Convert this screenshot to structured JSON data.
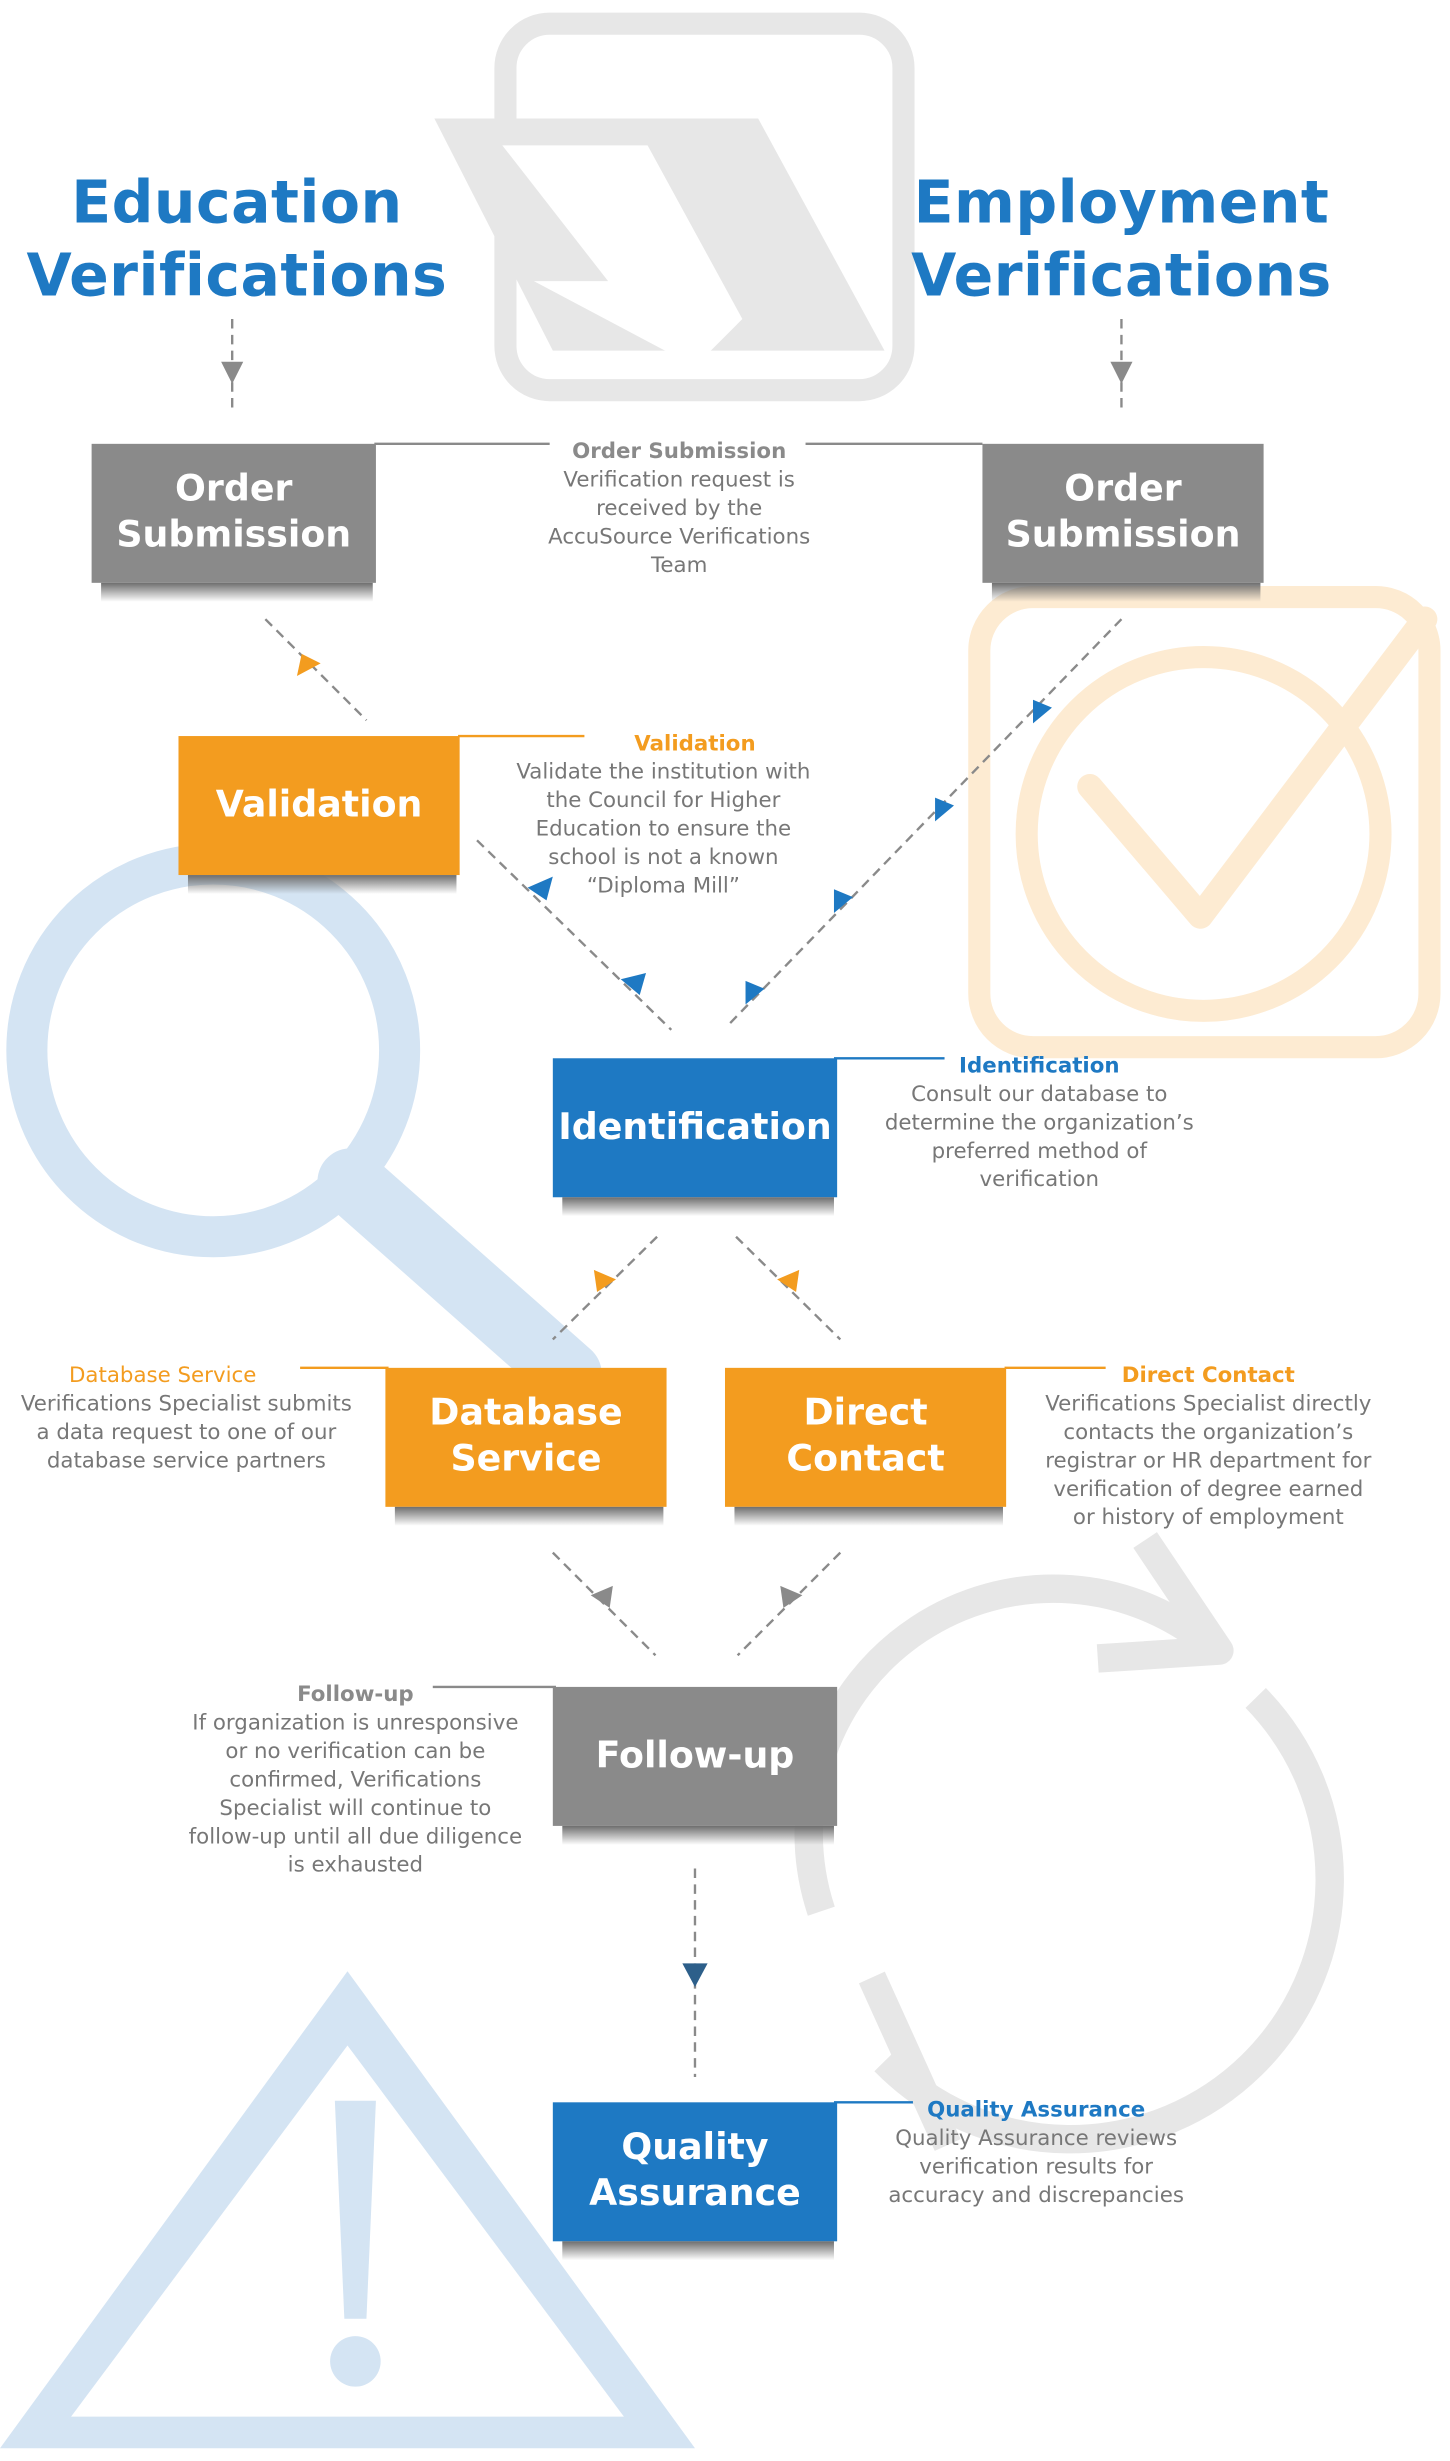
{
  "headers": {
    "left": [
      "Education",
      "Verifications"
    ],
    "right": [
      "Employment",
      "Verifications"
    ]
  },
  "boxes": {
    "order_left": [
      "Order",
      "Submission"
    ],
    "order_right": [
      "Order",
      "Submission"
    ],
    "validation": "Validation",
    "identification": "Identification",
    "database": [
      "Database",
      "Service"
    ],
    "direct": [
      "Direct",
      "Contact"
    ],
    "followup": "Follow-up",
    "qa": [
      "Quality",
      "Assurance"
    ]
  },
  "annotations": {
    "order": {
      "title": "Order Submission",
      "lines": [
        "Verification request is",
        "received by the",
        "AccuSource Verifications",
        "Team"
      ]
    },
    "validation": {
      "title": "Validation",
      "lines": [
        "Validate the institution with",
        "the Council for Higher",
        "Education to ensure the",
        "school is not a known",
        "“Diploma Mill”"
      ]
    },
    "identification": {
      "title": "Identification",
      "lines": [
        "Consult our database to",
        "determine the organization’s",
        "preferred method of",
        "verification"
      ]
    },
    "database": {
      "title": "Database Service",
      "lines": [
        "Verifications Specialist submits",
        "a data request to one of our",
        "database service partners"
      ]
    },
    "direct": {
      "title": "Direct Contact",
      "lines": [
        "Verifications Specialist directly",
        "contacts the organization’s",
        "registrar or HR department for",
        "verification of degree earned",
        "or history of employment"
      ]
    },
    "followup": {
      "title": "Follow-up",
      "lines": [
        "If organization is unresponsive",
        "or no verification can be",
        "confirmed, Verifications",
        "Specialist will continue to",
        "follow-up until all due diligence",
        "is exhausted"
      ]
    },
    "qa": {
      "title": "Quality Assurance",
      "lines": [
        "Quality Assurance reviews",
        "verification results for",
        "accuracy and discrepancies"
      ]
    }
  },
  "background_icons": [
    "document-arrow-icon",
    "checkbox-check-icon",
    "magnifier-icon",
    "cycle-arrows-icon",
    "warning-triangle-icon"
  ],
  "colors": {
    "blue": "#1e79c3",
    "orange": "#f39c1f",
    "gray": "#8a8a8a",
    "annotation_gray": "#777777",
    "light_gray": "#e7e7e7",
    "light_blue": "#d4e4f3",
    "light_orange": "#fdebd2"
  }
}
